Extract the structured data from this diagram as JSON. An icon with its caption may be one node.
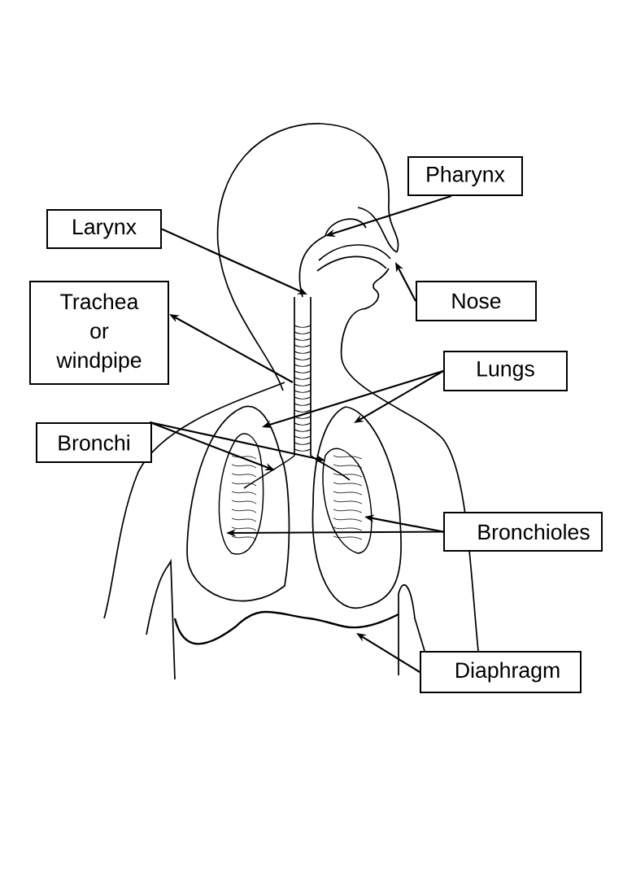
{
  "diagram": {
    "nodes": [
      {
        "text": [
          "Pharynx"
        ]
      },
      {
        "text": [
          "Larynx"
        ]
      },
      {
        "text": [
          "Nose"
        ]
      },
      {
        "text": [
          "Trachea or windpipe"
        ]
      },
      {
        "text": [
          "Lungs"
        ]
      },
      {
        "text": [
          "Bronchi"
        ]
      },
      {
        "text": [
          "Bronchioles"
        ]
      },
      {
        "text": [
          "Diaphragm"
        ]
      }
    ],
    "edges": [
      {
        "from": 0,
        "to": null,
        "arrow": "to"
      },
      {
        "from": 1,
        "to": null,
        "arrow": "to"
      },
      {
        "from": 2,
        "to": null,
        "arrow": "to"
      },
      {
        "from": null,
        "to": 3,
        "arrow": "to"
      },
      {
        "from": 4,
        "to": null,
        "arrow": "to"
      },
      {
        "from": 4,
        "to": null,
        "arrow": "to"
      },
      {
        "from": 5,
        "to": null,
        "arrow": "to"
      },
      {
        "from": 5,
        "to": null,
        "arrow": "to"
      },
      {
        "from": 6,
        "to": null,
        "arrow": "to"
      },
      {
        "from": 6,
        "to": null,
        "arrow": "to"
      },
      {
        "from": 7,
        "to": null,
        "arrow": "to"
      }
    ]
  }
}
